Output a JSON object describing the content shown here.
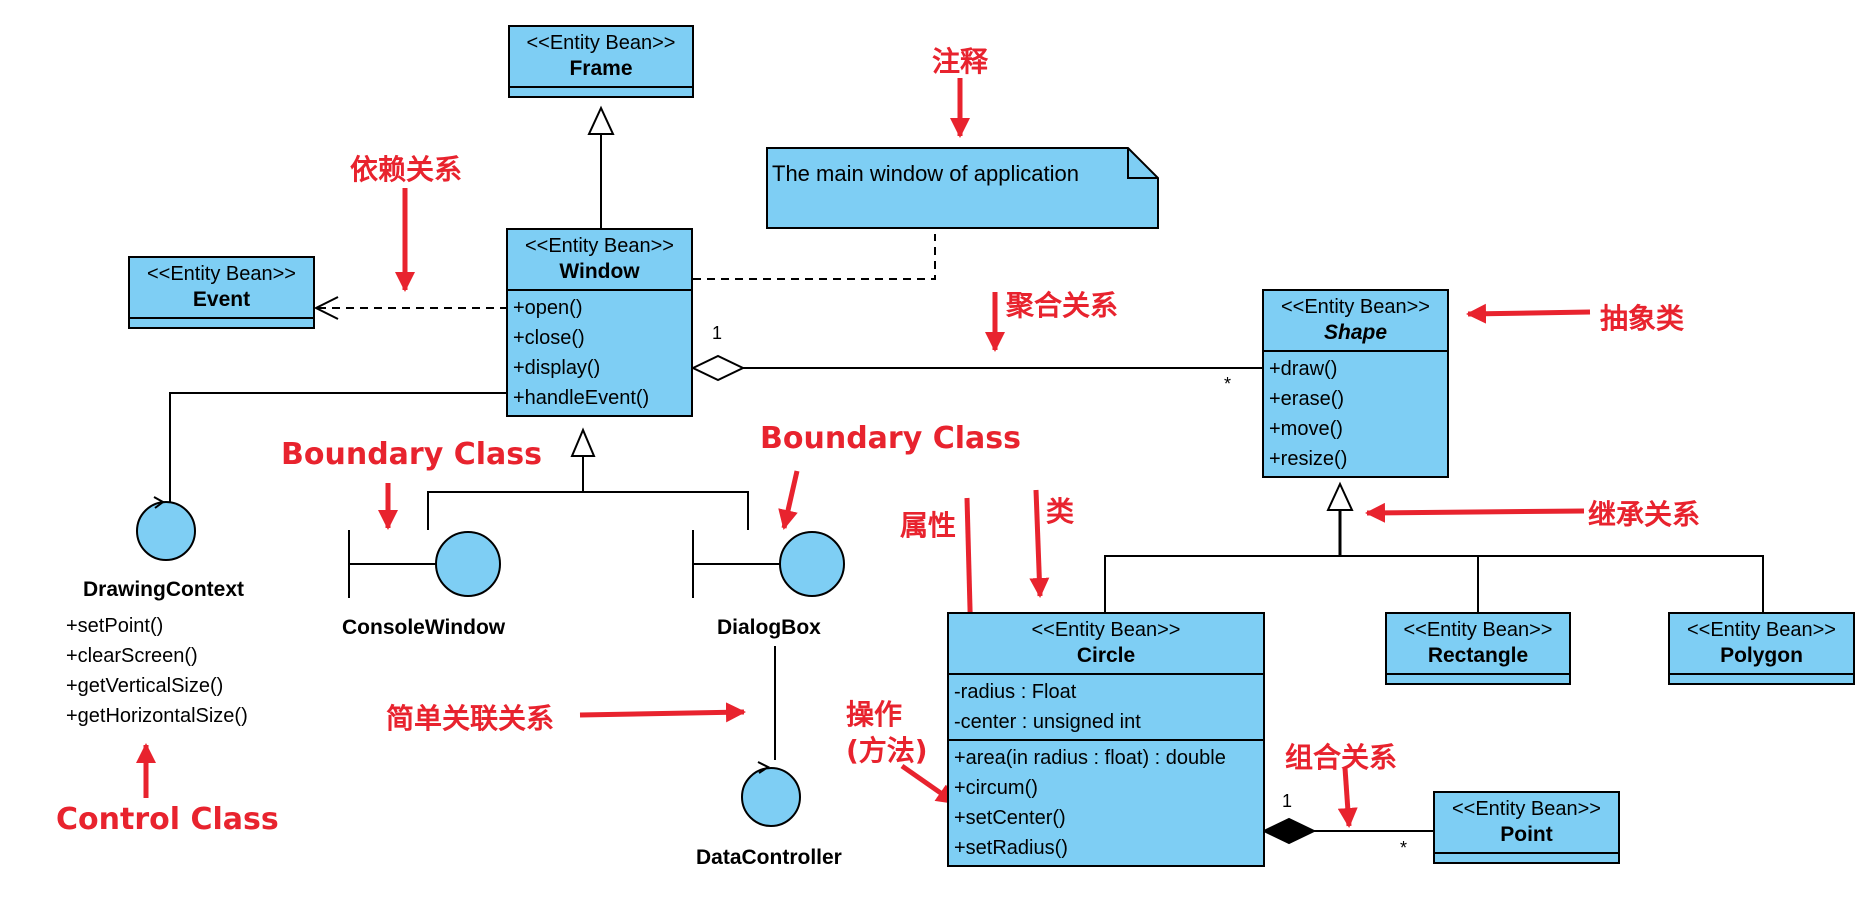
{
  "colors": {
    "class_fill": "#7ecef4",
    "line": "#000000",
    "annotation": "#e8232e"
  },
  "classes": {
    "frame": {
      "stereotype": "<<Entity Bean>>",
      "name": "Frame"
    },
    "event": {
      "stereotype": "<<Entity Bean>>",
      "name": "Event"
    },
    "window": {
      "stereotype": "<<Entity Bean>>",
      "name": "Window",
      "operations": [
        "+open()",
        "+close()",
        "+display()",
        "+handleEvent()"
      ]
    },
    "shape": {
      "stereotype": "<<Entity Bean>>",
      "name": "Shape",
      "operations": [
        "+draw()",
        "+erase()",
        "+move()",
        "+resize()"
      ]
    },
    "circle": {
      "stereotype": "<<Entity Bean>>",
      "name": "Circle",
      "attributes": [
        "-radius : Float",
        "-center : unsigned int"
      ],
      "operations": [
        "+area(in radius : float) : double",
        "+circum()",
        "+setCenter()",
        "+setRadius()"
      ]
    },
    "rectangle": {
      "stereotype": "<<Entity Bean>>",
      "name": "Rectangle"
    },
    "polygon": {
      "stereotype": "<<Entity Bean>>",
      "name": "Polygon"
    },
    "point": {
      "stereotype": "<<Entity Bean>>",
      "name": "Point"
    }
  },
  "robustness": {
    "drawing_context": {
      "name": "DrawingContext",
      "operations": [
        "+setPoint()",
        "+clearScreen()",
        "+getVerticalSize()",
        "+getHorizontalSize()"
      ]
    },
    "console_window": {
      "name": "ConsoleWindow"
    },
    "dialog_box": {
      "name": "DialogBox"
    },
    "data_controller": {
      "name": "DataController"
    }
  },
  "note": {
    "text": "The main window of application"
  },
  "multiplicities": {
    "aggregation_window": "1",
    "aggregation_shape": "*",
    "composition_circle": "1",
    "composition_point": "*"
  },
  "annotations": {
    "comment": "注释",
    "dependency": "依赖关系",
    "aggregation": "聚合关系",
    "abstract_class": "抽象类",
    "boundary_class_1": "Boundary Class",
    "boundary_class_2": "Boundary Class",
    "attribute": "属性",
    "klass": "类",
    "inheritance": "继承关系",
    "operation_line1": "操作",
    "operation_line2": "(方法)",
    "simple_association": "简单关联关系",
    "composition": "组合关系",
    "control_class": "Control Class"
  }
}
